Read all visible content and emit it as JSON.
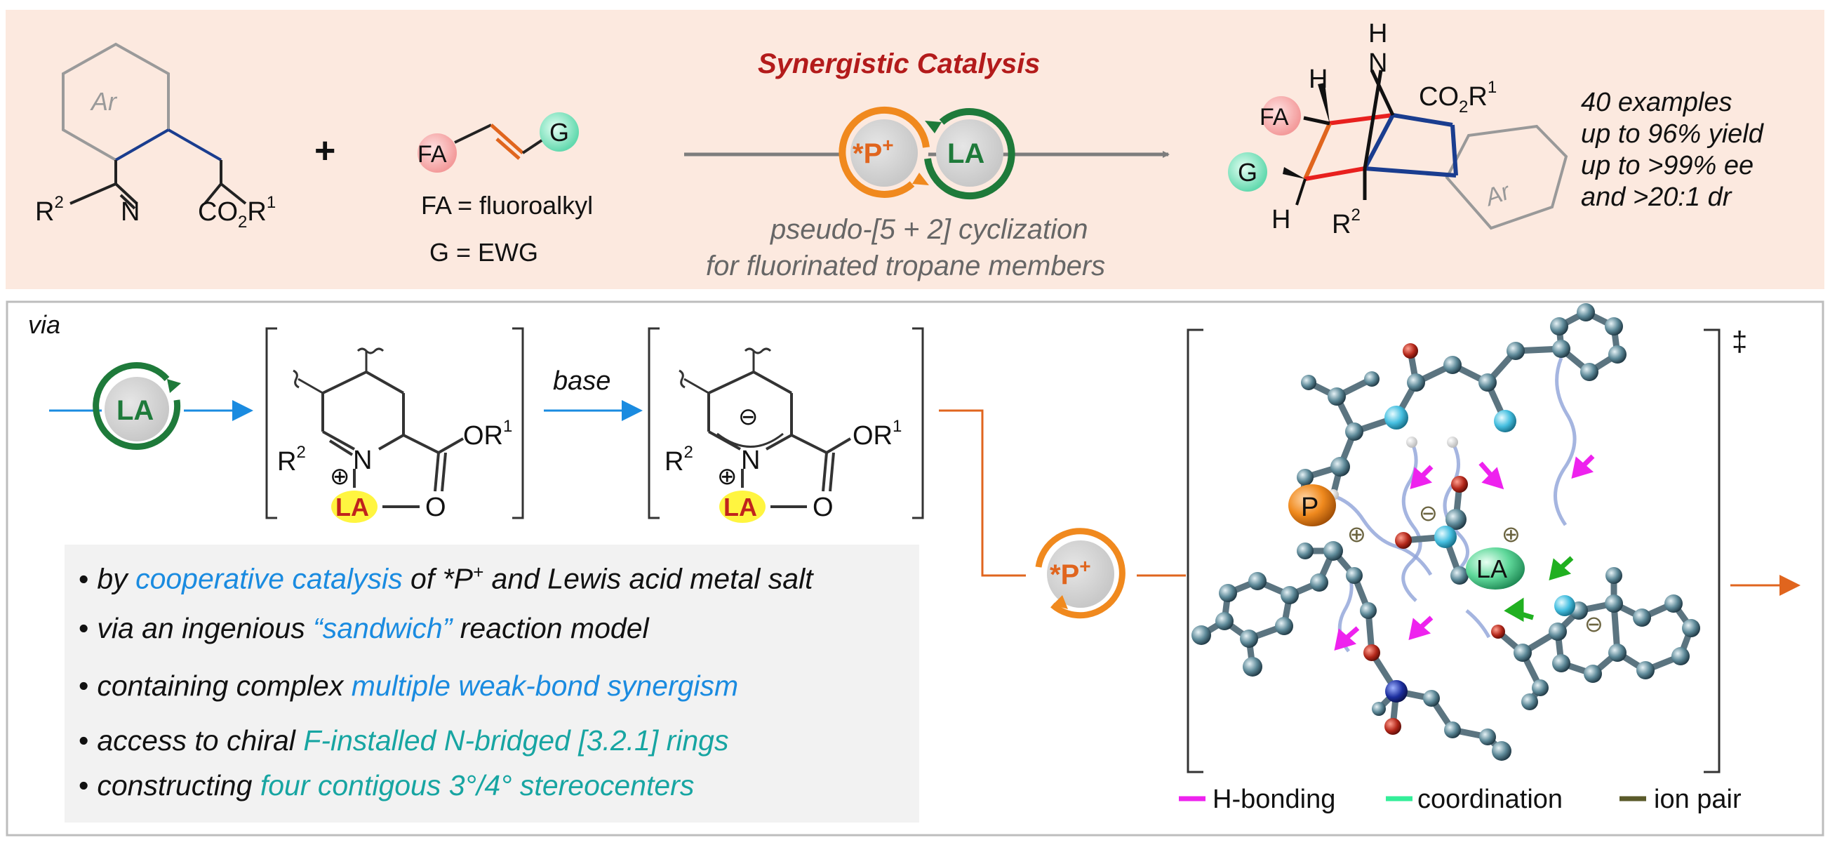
{
  "top_panel": {
    "reactant1": {
      "ring_label": "Ar",
      "r_group": "R",
      "r_group_sup": "2",
      "n_atom": "N",
      "ester_main": "CO",
      "ester_sub": "2",
      "ester_r": "R",
      "ester_sup": "1"
    },
    "plus_sign": "+",
    "reactant2": {
      "fa_label": "FA",
      "g_label": "G",
      "legend_fa": "FA  = fluoroalkyl",
      "legend_g": "G  = EWG"
    },
    "catalysis": {
      "title": "Synergistic Catalysis",
      "p_catalyst": "*P",
      "p_catalyst_sup": "+",
      "la_catalyst": "LA",
      "caption_line1": "pseudo-[5 + 2] cyclization",
      "caption_line2": "for fluorinated tropane members"
    },
    "product": {
      "n_label": "N",
      "h_on_n": "H",
      "h_top": "H",
      "h_bottom": "H",
      "fa_label": "FA",
      "g_label": "G",
      "ester_main": "CO",
      "ester_sub": "2",
      "ester_r": "R",
      "ester_sup": "1",
      "r_group": "R",
      "r_group_sup": "2",
      "ring_label": "Ar"
    },
    "results": [
      "40 examples",
      "up to 96% yield",
      "up to >99% ee",
      "and >20:1 dr"
    ]
  },
  "bottom_panel": {
    "via_label": "via",
    "la_catalyst": "LA",
    "base_label": "base",
    "intermediate1": {
      "r_group": "R",
      "r_group_sup": "2",
      "n_atom": "N",
      "plus": "⊕",
      "la_label": "LA",
      "o_atom": "O",
      "or_group": "OR",
      "or_sup": "1"
    },
    "intermediate2": {
      "r_group": "R",
      "r_group_sup": "2",
      "n_atom": "N",
      "plus": "⊕",
      "minus": "⊖",
      "la_label": "LA",
      "o_atom": "O",
      "or_group": "OR",
      "or_sup": "1"
    },
    "p_catalyst": "*P",
    "p_catalyst_sup": "+",
    "bullets": [
      {
        "prefix": "by ",
        "highlight": "cooperative catalysis",
        "suffix": " of *P",
        "sup": "+",
        "tail": " and Lewis acid metal salt",
        "color": "#1a8be0"
      },
      {
        "prefix": "via an ingenious ",
        "highlight": "“sandwich”",
        "suffix": " reaction model",
        "sup": "",
        "tail": "",
        "color": "#1a8be0"
      },
      {
        "prefix": "containing complex ",
        "highlight": "multiple weak-bond synergism",
        "suffix": "",
        "sup": "",
        "tail": "",
        "color": "#1a8be0"
      },
      {
        "prefix": "access to chiral ",
        "highlight": "F-installed N-bridged [3.2.1] rings",
        "suffix": "",
        "sup": "",
        "tail": "",
        "color": "#17a5a2"
      },
      {
        "prefix": "constructing ",
        "highlight": "four contigous 3°/4° stereocenters",
        "suffix": "",
        "sup": "",
        "tail": "",
        "color": "#17a5a2"
      }
    ],
    "transition_state": {
      "dagger": "‡",
      "p_label": "P",
      "la_label": "LA",
      "plus": "⊕",
      "minus": "⊖"
    },
    "legend": [
      {
        "label": "H-bonding",
        "color": "#ee22ee"
      },
      {
        "label": "coordination",
        "color": "#33ee99"
      },
      {
        "label": "ion pair",
        "color": "#5a5a2a"
      }
    ]
  },
  "colors": {
    "top_background": "#fce9df",
    "title_red": "#b31b1b",
    "orange": "#f0891e",
    "green": "#1e7a3a",
    "blue_arrow": "#1a8be0",
    "navy_bond": "#1a3d8f",
    "red_bond": "#e8201e"
  }
}
